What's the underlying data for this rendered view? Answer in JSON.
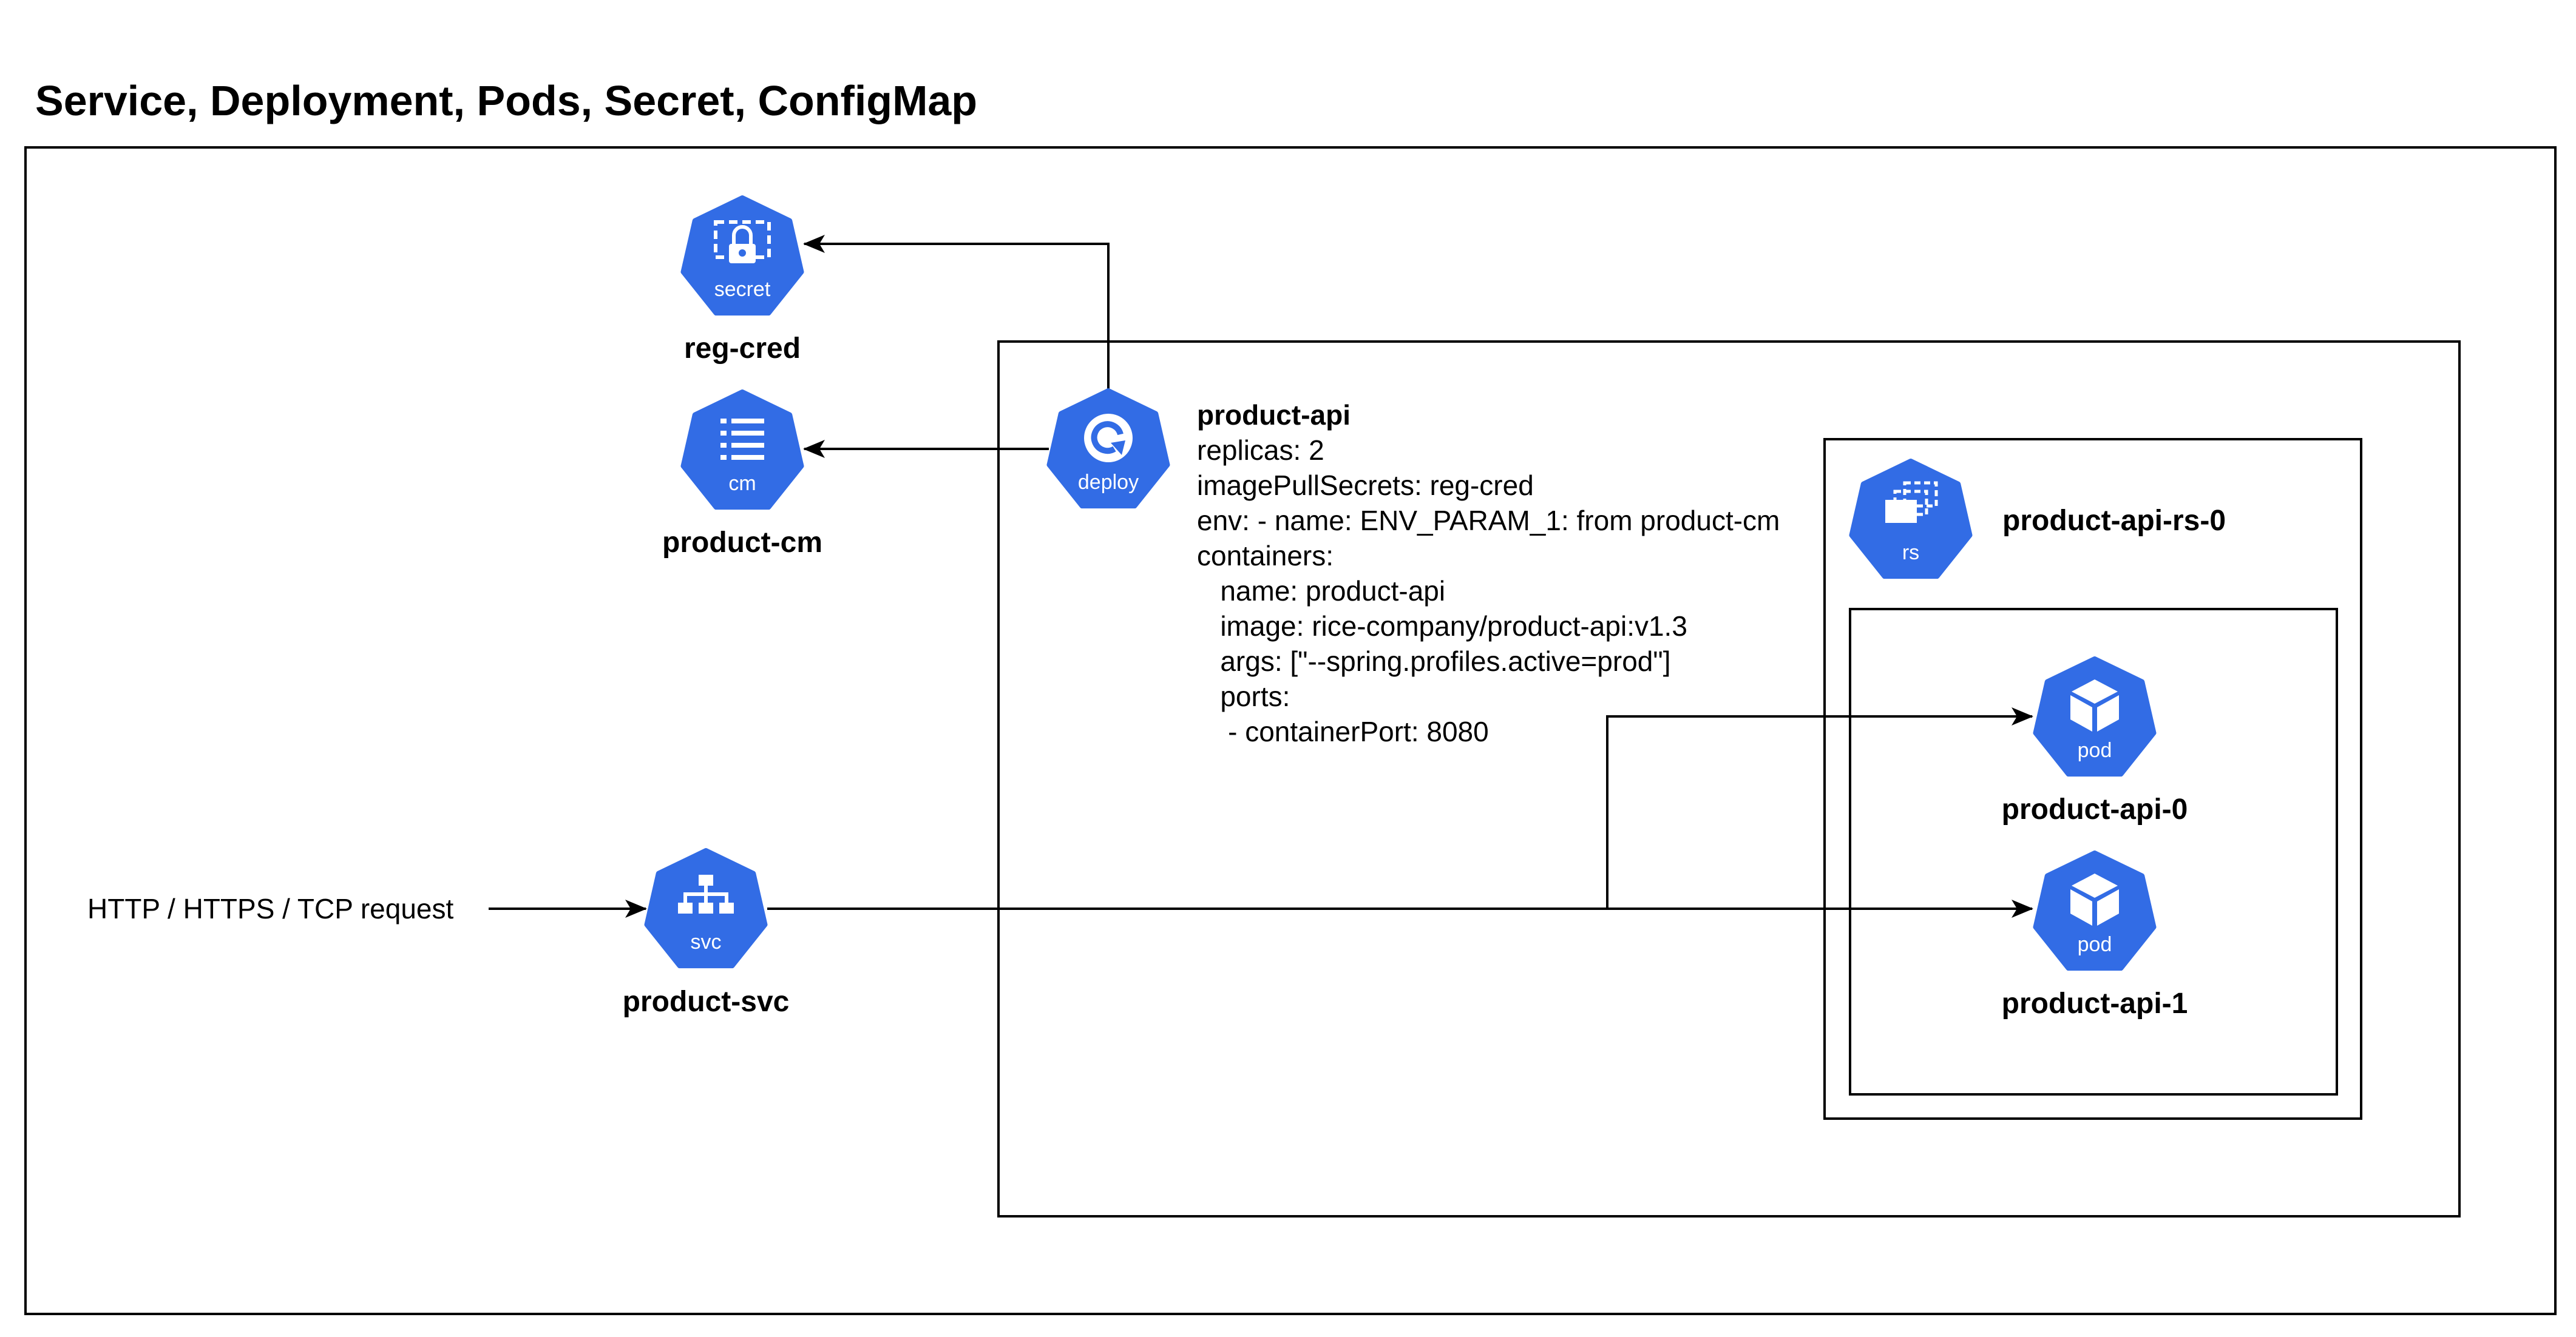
{
  "title": "Service, Deployment, Pods, Secret, ConfigMap",
  "colors": {
    "k8s_blue": "#326CE5",
    "icon_white": "#FFFFFF",
    "line": "#000000"
  },
  "request_label": "HTTP / HTTPS / TCP request",
  "nodes": {
    "secret": {
      "icon": "secret-icon",
      "icon_text": "secret",
      "label": "reg-cred"
    },
    "configmap": {
      "icon": "configmap-icon",
      "icon_text": "cm",
      "label": "product-cm"
    },
    "deployment": {
      "icon": "deployment-icon",
      "icon_text": "deploy"
    },
    "service": {
      "icon": "service-icon",
      "icon_text": "svc",
      "label": "product-svc"
    },
    "replicaset": {
      "icon": "replicaset-icon",
      "icon_text": "rs",
      "label": "product-api-rs-0"
    },
    "pod0": {
      "icon": "pod-icon",
      "icon_text": "pod",
      "label": "product-api-0"
    },
    "pod1": {
      "icon": "pod-icon",
      "icon_text": "pod",
      "label": "product-api-1"
    }
  },
  "deployment_spec": [
    "product-api",
    "replicas: 2",
    "imagePullSecrets: reg-cred",
    "env: - name: ENV_PARAM_1: from product-cm",
    "containers:",
    "   name: product-api",
    "   image: rice-company/product-api:v1.3",
    "   args: [\"--spring.profiles.active=prod\"]",
    "   ports:",
    "    - containerPort: 8080"
  ]
}
